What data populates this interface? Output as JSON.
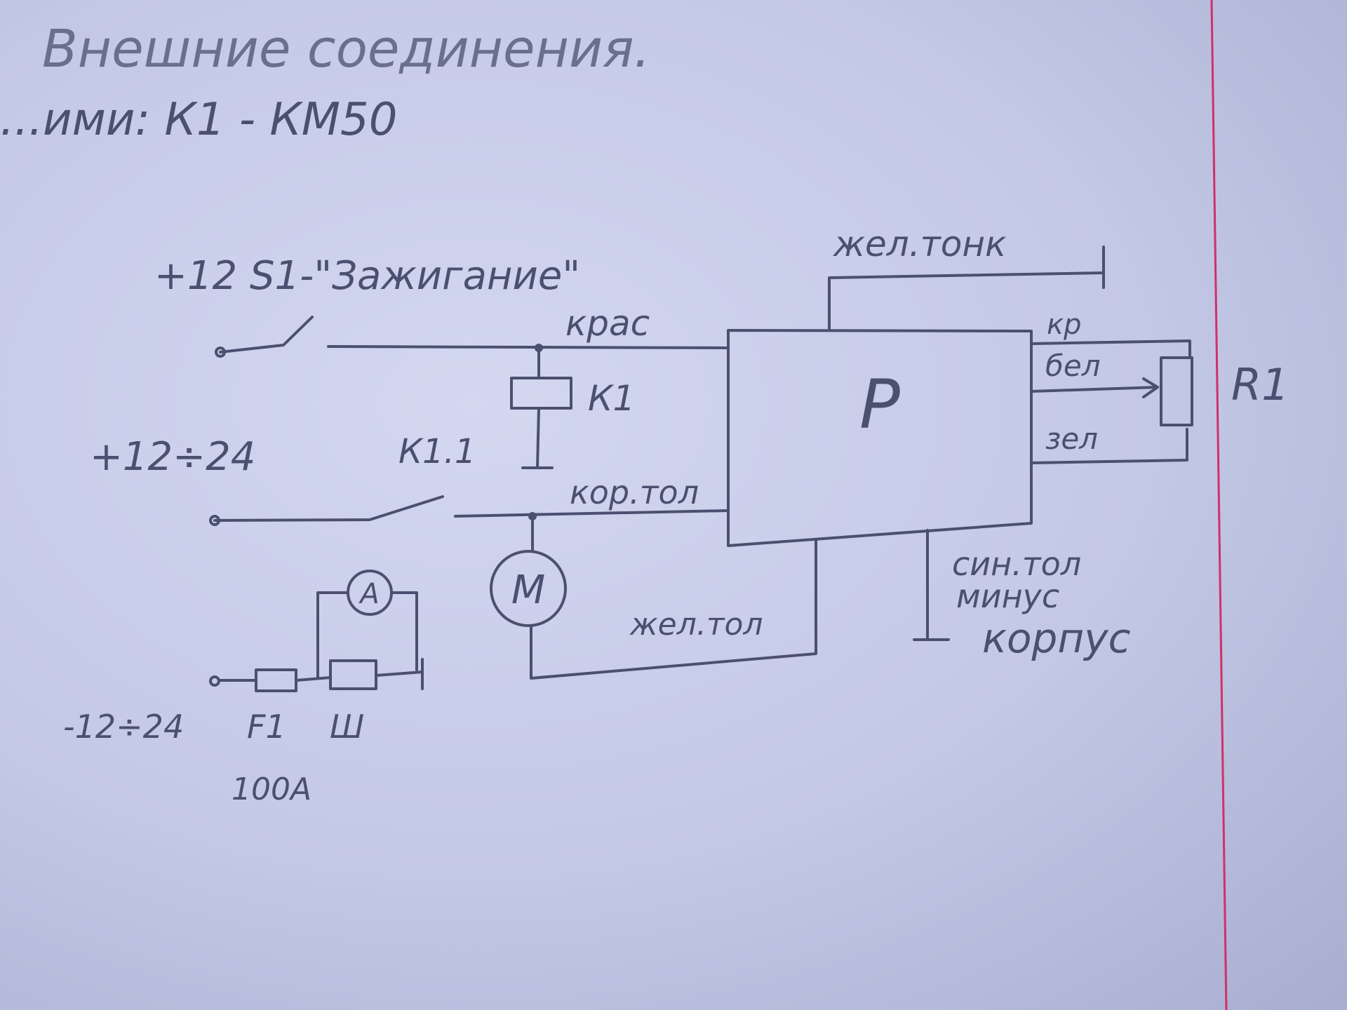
{
  "header": {
    "title": "Внешние соединения.",
    "subtitle": "...ими: К1 - КМ50"
  },
  "labels": {
    "s1": "+12  S1-\"Зажигание\"",
    "k1": "К1",
    "kras": "крас",
    "plus_12_24": "+12÷24",
    "k1_1": "К1.1",
    "kor_tol": "кор.тол",
    "zhel_tol": "жел.тол",
    "zhel_tonk": "жел.тонк",
    "controller": "Р",
    "kr": "кр",
    "bel": "бел",
    "zel": "зел",
    "r1": "R1",
    "sin_tol": "син.тол",
    "minus": "минус",
    "korpus": "корпус",
    "motor": "М",
    "ammeter": "А",
    "minus_12_24": "-12÷24",
    "f1": "F1",
    "shunt": "Ш",
    "fuse_rating": "100А"
  },
  "colors": {
    "paper": "#c6cbe9",
    "pencil": "#4b5070",
    "margin": "#d0306a"
  }
}
